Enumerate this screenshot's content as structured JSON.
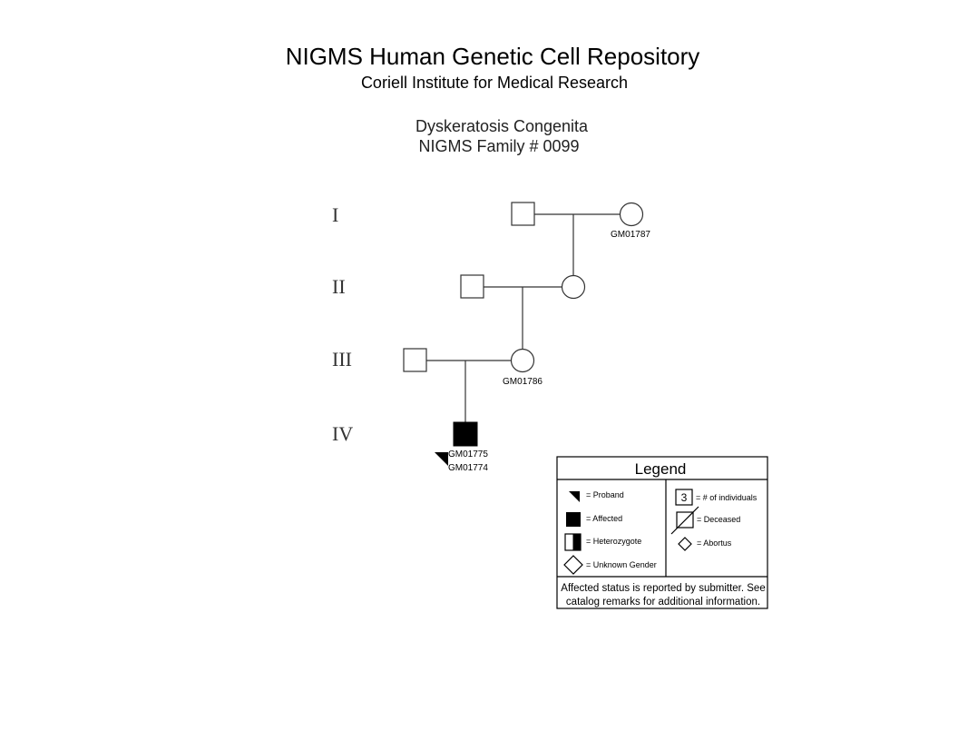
{
  "header": {
    "title": "NIGMS Human Genetic Cell Repository",
    "subtitle": "Coriell Institute for Medical Research"
  },
  "study": {
    "disease": "Dyskeratosis Congenita",
    "family": "NIGMS Family # 0099"
  },
  "generations": [
    "I",
    "II",
    "III",
    "IV"
  ],
  "pedigree": {
    "gen1_female_id": "GM01787",
    "gen3_female_id": "GM01786",
    "proband_id_1": "GM01775",
    "proband_id_2": "GM01774"
  },
  "legend": {
    "title": "Legend",
    "proband": "= Proband",
    "affected": "= Affected",
    "heterozygote": "= Heterozygote",
    "unknown_gender": "= Unknown Gender",
    "count_symbol": "3",
    "count": "= # of individuals",
    "deceased": "= Deceased",
    "abortus": "= Abortus",
    "note_line1": "Affected status is reported by submitter. See",
    "note_line2": "catalog remarks for additional information."
  }
}
